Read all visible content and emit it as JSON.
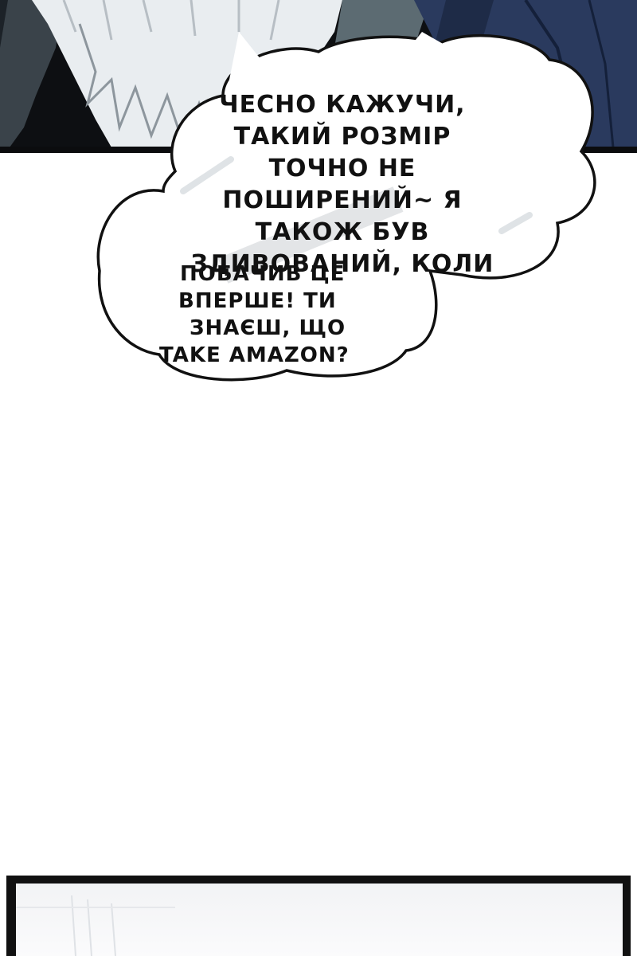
{
  "bubble": {
    "lines_main": [
      "ЧЕСНО КАЖУЧИ,",
      "ТАКИЙ РОЗМІР",
      "ТОЧНО НЕ",
      "ПОШИРЕНИЙ~ Я",
      "ТАКОЖ БУВ",
      "ЗДИВОВАНИЙ, КОЛИ"
    ],
    "lines_overlap": [
      "ПОБАЧИВ ЦЕ",
      "ВПЕРШЕ! ТИ",
      "ЗНАЄШ, ЩО",
      "TAKE AMAZON?"
    ]
  },
  "colors": {
    "ink": "#111111",
    "panel_dark": "#0d0f12",
    "jacket": "#2a3a5e",
    "hair": "#e9edf0",
    "page": "#ffffff"
  }
}
